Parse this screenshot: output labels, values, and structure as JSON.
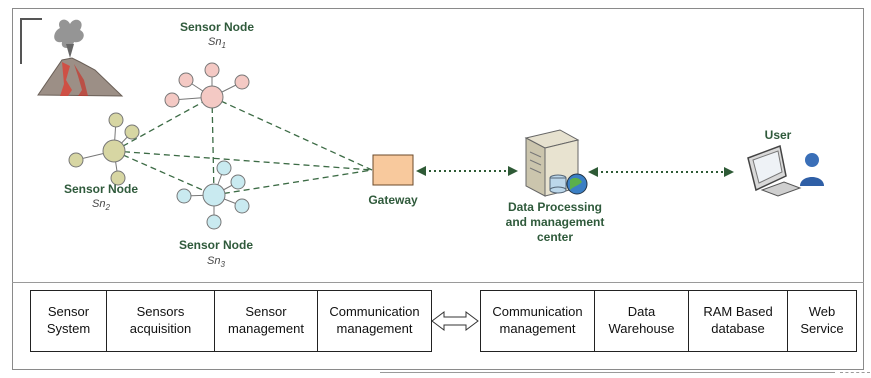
{
  "nodes": {
    "sn1": {
      "title": "Sensor Node",
      "sub_text": "Sn",
      "sub_index": "1"
    },
    "sn2": {
      "title": "Sensor Node",
      "sub_text": "Sn",
      "sub_index": "2"
    },
    "sn3": {
      "title": "Sensor Node",
      "sub_text": "Sn",
      "sub_index": "3"
    }
  },
  "gateway": {
    "label": "Gateway"
  },
  "center": {
    "label_line1": "Data Processing",
    "label_line2": "and management",
    "label_line3": "center"
  },
  "user": {
    "label": "User"
  },
  "left_system": {
    "cells": [
      "Sensor\nSystem",
      "Sensors\nacquisition",
      "Sensor\nmanagement",
      "Communication\nmanagement"
    ]
  },
  "right_system": {
    "cells": [
      "Communication\nmanagement",
      "Data\nWarehouse",
      "RAM Based\ndatabase",
      "Web\nService"
    ]
  },
  "colors": {
    "label_green": "#2f5a3b",
    "node_pink": "#f4c9c4",
    "node_olive": "#d7d6a3",
    "node_cyan": "#c9eaf0",
    "gateway_fill": "#f8c99d",
    "link_dark_green": "#3c6b45"
  }
}
